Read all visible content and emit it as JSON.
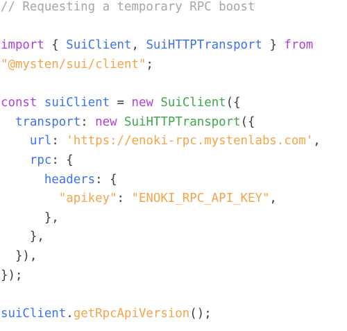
{
  "colors": {
    "comment": "#a6a6a6",
    "keyword": "#b13fe0",
    "identifier": "#3d72f0",
    "class_name": "#3ea84a",
    "string": "#f4a44a",
    "punctuation": "#3b3b3b",
    "background": "#ffffff"
  },
  "code": {
    "lines": [
      [
        {
          "t": "// Requesting a temporary RPC boost",
          "k": "comment"
        }
      ],
      [],
      [
        {
          "t": "import",
          "k": "keyword"
        },
        {
          "t": " { ",
          "k": "punct"
        },
        {
          "t": "SuiClient",
          "k": "ident"
        },
        {
          "t": ", ",
          "k": "punct"
        },
        {
          "t": "SuiHTTPTransport",
          "k": "ident"
        },
        {
          "t": " } ",
          "k": "punct"
        },
        {
          "t": "from",
          "k": "keyword"
        }
      ],
      [
        {
          "t": "\"@mysten/sui/client\"",
          "k": "string"
        },
        {
          "t": ";",
          "k": "punct"
        }
      ],
      [],
      [
        {
          "t": "const",
          "k": "keyword"
        },
        {
          "t": " ",
          "k": "punct"
        },
        {
          "t": "suiClient",
          "k": "ident"
        },
        {
          "t": " = ",
          "k": "punct"
        },
        {
          "t": "new",
          "k": "keyword"
        },
        {
          "t": " ",
          "k": "punct"
        },
        {
          "t": "SuiClient",
          "k": "class"
        },
        {
          "t": "({",
          "k": "punct"
        }
      ],
      [
        {
          "t": "  ",
          "k": "punct"
        },
        {
          "t": "transport",
          "k": "prop"
        },
        {
          "t": ": ",
          "k": "punct"
        },
        {
          "t": "new",
          "k": "keyword"
        },
        {
          "t": " ",
          "k": "punct"
        },
        {
          "t": "SuiHTTPTransport",
          "k": "class"
        },
        {
          "t": "({",
          "k": "punct"
        }
      ],
      [
        {
          "t": "    ",
          "k": "punct"
        },
        {
          "t": "url",
          "k": "prop"
        },
        {
          "t": ": ",
          "k": "punct"
        },
        {
          "t": "'https://enoki-rpc.mystenlabs.com'",
          "k": "string"
        },
        {
          "t": ",",
          "k": "punct"
        }
      ],
      [
        {
          "t": "    ",
          "k": "punct"
        },
        {
          "t": "rpc",
          "k": "prop"
        },
        {
          "t": ": {",
          "k": "punct"
        }
      ],
      [
        {
          "t": "      ",
          "k": "punct"
        },
        {
          "t": "headers",
          "k": "prop"
        },
        {
          "t": ": {",
          "k": "punct"
        }
      ],
      [
        {
          "t": "        ",
          "k": "punct"
        },
        {
          "t": "\"apikey\"",
          "k": "string"
        },
        {
          "t": ": ",
          "k": "punct"
        },
        {
          "t": "\"ENOKI_RPC_API_KEY\"",
          "k": "string"
        },
        {
          "t": ",",
          "k": "punct"
        }
      ],
      [
        {
          "t": "      },",
          "k": "punct"
        }
      ],
      [
        {
          "t": "    },",
          "k": "punct"
        }
      ],
      [
        {
          "t": "  }),",
          "k": "punct"
        }
      ],
      [
        {
          "t": "});",
          "k": "punct"
        }
      ],
      [],
      [
        {
          "t": "suiClient",
          "k": "ident"
        },
        {
          "t": ".",
          "k": "punct"
        },
        {
          "t": "getRpcApiVersion",
          "k": "string"
        },
        {
          "t": "();",
          "k": "punct"
        }
      ]
    ]
  }
}
